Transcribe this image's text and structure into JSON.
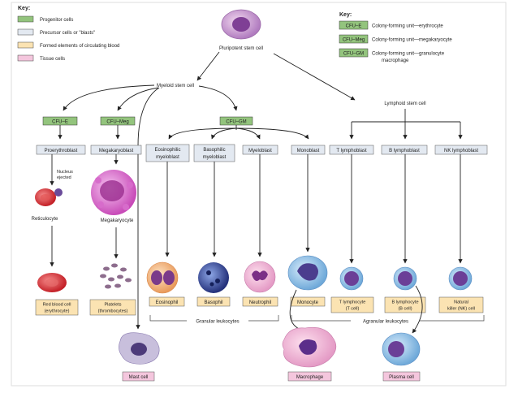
{
  "key_left": {
    "title": "Key:",
    "items": [
      {
        "label": "Progenitor cells",
        "color": "#93c47d"
      },
      {
        "label": "Precursor cells or \"blasts\"",
        "color": "#e3e9f1"
      },
      {
        "label": "Formed elements of circulating blood",
        "color": "#fbe3b2"
      },
      {
        "label": "Tissue cells",
        "color": "#f4c6dd"
      }
    ]
  },
  "key_right": {
    "title": "Key:",
    "items": [
      {
        "abbr": "CFU–E",
        "desc": "Colony-forming unit—erythrocyte"
      },
      {
        "abbr": "CFU–Meg",
        "desc": "Colony-forming unit—megakaryocyte"
      },
      {
        "abbr": "CFU–GM",
        "desc": "Colony-forming unit—granulocyte",
        "desc2": "macrophage"
      }
    ]
  },
  "stem": {
    "pluripotent": "Pluripotent stem cell",
    "myeloid": "Myeloid stem cell",
    "lymphoid": "Lymphoid stem cell"
  },
  "progenitors": {
    "cfu_e": "CFU–E",
    "cfu_meg": "CFU–Meg",
    "cfu_gm": "CFU–GM"
  },
  "blasts": {
    "proerythroblast": "Proerythroblast",
    "megakaryoblast": "Megakaryoblast",
    "eosinophilic_1": "Eosinophilic",
    "eosinophilic_2": "myeloblast",
    "basophilic_1": "Basophilic",
    "basophilic_2": "myeloblast",
    "myeloblast": "Myeloblast",
    "monoblast": "Monoblast",
    "t_lymphoblast": "T lymphoblast",
    "b_lymphoblast": "B lymphoblast",
    "nk_lymphoblast": "NK lymphoblast"
  },
  "intermediate": {
    "nucleus_1": "Nucleus",
    "nucleus_2": "ejected",
    "reticulocyte": "Reticulocyte",
    "megakaryocyte": "Megakaryocyte"
  },
  "formed": {
    "rbc_1": "Red blood cell",
    "rbc_2": "(erythrocyte)",
    "platelets_1": "Platelets",
    "platelets_2": "(thrombocytes)",
    "eosinophil": "Eosinophil",
    "basophil": "Basophil",
    "neutrophil": "Neutrophil",
    "monocyte": "Monocyte",
    "t_lymph_1": "T lymphocyte",
    "t_lymph_2": "(T cell)",
    "b_lymph_1": "B lymphocyte",
    "b_lymph_2": "(B cell)",
    "nk_1": "Natural",
    "nk_2": "killer (NK) cell"
  },
  "groups": {
    "granular": "Granular leukocytes",
    "agranular": "Agranular leukocytes"
  },
  "tissue": {
    "mast": "Mast cell",
    "macrophage": "Macrophage",
    "plasma": "Plasma cell"
  }
}
